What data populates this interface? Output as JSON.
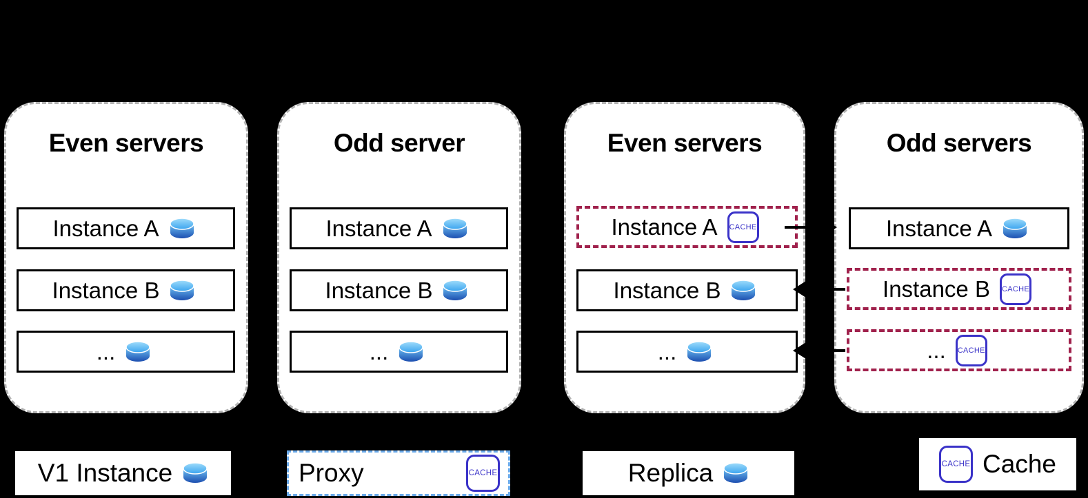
{
  "diagram": {
    "title_icons": {
      "db": "database-cylinder-icon",
      "cache": "cache-icon"
    },
    "colors": {
      "panel_border": "#b3b3b3",
      "row_border": "#000000",
      "highlight_dashed": "#a0214c",
      "cache_border": "#3a32c8",
      "selection": "#6aa9e9",
      "background": "#000000",
      "surface": "#ffffff"
    }
  },
  "panels": [
    {
      "title": "Even servers",
      "rows": [
        {
          "label": "Instance A",
          "style": "solid",
          "badge": "db"
        },
        {
          "label": "Instance B",
          "style": "solid",
          "badge": "db"
        },
        {
          "label": "...",
          "style": "solid",
          "badge": "db"
        }
      ]
    },
    {
      "title": "Odd server",
      "rows": [
        {
          "label": "Instance A",
          "style": "solid",
          "badge": "db"
        },
        {
          "label": "Instance B",
          "style": "solid",
          "badge": "db"
        },
        {
          "label": "...",
          "style": "solid",
          "badge": "db"
        }
      ]
    },
    {
      "title": "Even servers",
      "rows": [
        {
          "label": "Instance A",
          "style": "dashed",
          "badge": "cache"
        },
        {
          "label": "Instance B",
          "style": "solid",
          "badge": "db"
        },
        {
          "label": "...",
          "style": "solid",
          "badge": "db"
        }
      ]
    },
    {
      "title": "Odd servers",
      "rows": [
        {
          "label": "Instance A",
          "style": "solid",
          "badge": "db"
        },
        {
          "label": "Instance B",
          "style": "dashed",
          "badge": "cache"
        },
        {
          "label": "...",
          "style": "dashed",
          "badge": "cache"
        }
      ]
    }
  ],
  "connectors": [
    {
      "from": "panel3-row1",
      "to": "panel4-row1",
      "direction": "right"
    },
    {
      "from": "panel4-row2",
      "to": "panel3-row2",
      "direction": "left"
    },
    {
      "from": "panel4-row3",
      "to": "panel3-row3",
      "direction": "left"
    }
  ],
  "legend": [
    {
      "label": "V1 Instance",
      "badge": "db",
      "align": "center",
      "selected": false
    },
    {
      "label": "Proxy",
      "badge": "cache",
      "align": "left",
      "selected": true
    },
    {
      "label": "Replica",
      "badge": "db",
      "align": "center",
      "selected": false
    },
    {
      "label": "Cache",
      "badge": "cache",
      "align": "badge-first",
      "selected": false
    }
  ],
  "cache_badge_text": "CACHE"
}
